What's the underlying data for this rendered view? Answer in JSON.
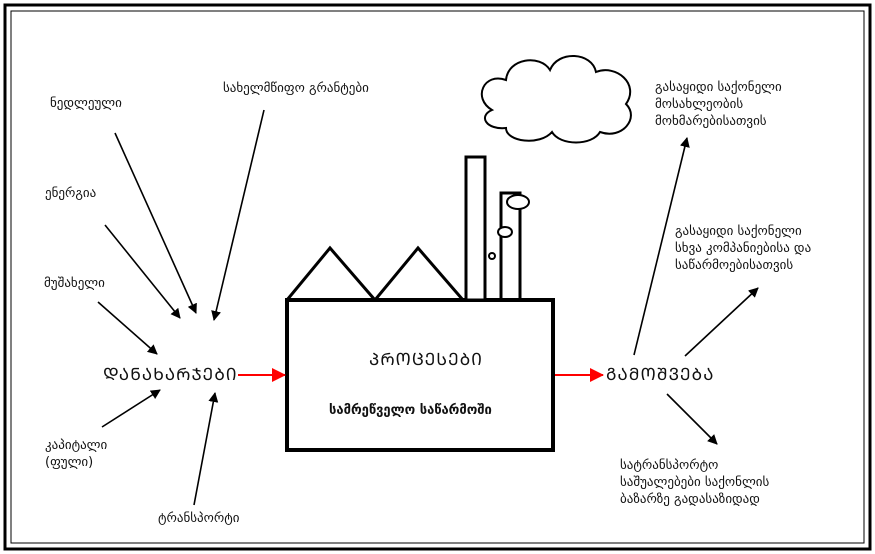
{
  "inputs": {
    "raw_materials": "ნედლეული",
    "state_grants": "სახელმწიფო გრანტები",
    "energy": "ენერგია",
    "wages": "მუშახელი",
    "capital": "კაპიტალი\n(ფული)",
    "transport": "ტრანსპორტი"
  },
  "costs_label": "ᲓᲐᲜᲐᲮᲐᲠᲯᲔᲑᲘ",
  "factory": {
    "title": "ᲞᲠᲝᲪᲔᲡᲔᲑᲘ",
    "subtitle": "სამრეწველო საწარმოში"
  },
  "output_label": "ᲒᲐᲛᲝᲨᲕᲔᲑᲐ",
  "outputs": {
    "consumers": "გასაყიდი საქონელი\nმოსახლეობის\nმოხმარებისათვის",
    "companies": "გასაყიდი საქონელი\nსხვა კომპანიებისა და\nსაწარმოებისათვის",
    "transport_goods": "სატრანსპორტო\nსაშუალებები საქონლის\nბაზარზე გადასაზიდად"
  },
  "colors": {
    "arrow_red": "#ff0000",
    "line": "#000000",
    "border": "#000000"
  }
}
